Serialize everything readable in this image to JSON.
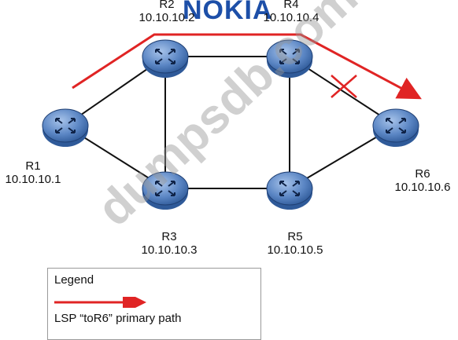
{
  "brand": {
    "text": "NOKIA",
    "color": "#1d4fa8"
  },
  "watermark": {
    "text": "dumpsdb.com"
  },
  "routers": [
    {
      "id": "R1",
      "name": "R1",
      "ip": "10.10.10.1"
    },
    {
      "id": "R2",
      "name": "R2",
      "ip": "10.10.10.2"
    },
    {
      "id": "R3",
      "name": "R3",
      "ip": "10.10.10.3"
    },
    {
      "id": "R4",
      "name": "R4",
      "ip": "10.10.10.4"
    },
    {
      "id": "R5",
      "name": "R5",
      "ip": "10.10.10.5"
    },
    {
      "id": "R6",
      "name": "R6",
      "ip": "10.10.10.6"
    }
  ],
  "links": [
    [
      "R1",
      "R2"
    ],
    [
      "R1",
      "R3"
    ],
    [
      "R2",
      "R3"
    ],
    [
      "R2",
      "R4"
    ],
    [
      "R3",
      "R5"
    ],
    [
      "R4",
      "R5"
    ],
    [
      "R4",
      "R6"
    ],
    [
      "R5",
      "R6"
    ]
  ],
  "failed_link": [
    "R4",
    "R6"
  ],
  "lsp_path": [
    "R1",
    "R2",
    "R4",
    "R6"
  ],
  "legend": {
    "title": "Legend",
    "item_label": "LSP “toR6” primary path"
  },
  "colors": {
    "router_fill": "#5b86c4",
    "router_dark": "#2f5a99",
    "link": "#111111",
    "lsp_path": "#e02424",
    "failure_mark": "#e02424"
  }
}
